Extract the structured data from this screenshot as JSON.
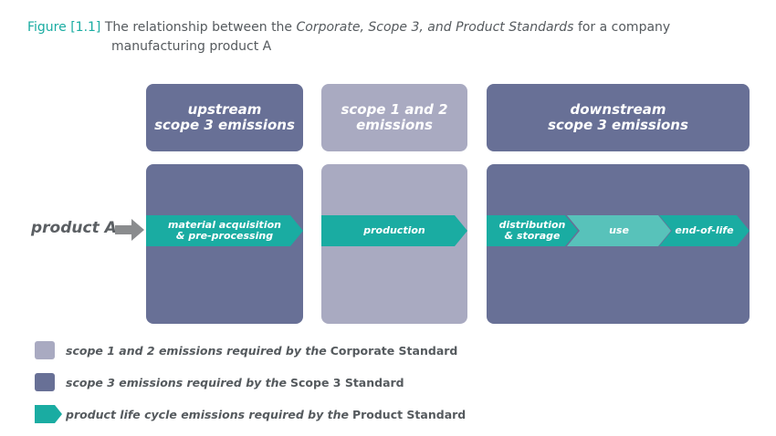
{
  "caption": {
    "figure_label": "Figure [1.1]",
    "text_before": "The relationship between the",
    "text_italic": "Corporate, Scope 3, and Product Standards",
    "text_after": "for a company",
    "text_line2": "manufacturing product A"
  },
  "headers": {
    "upstream": [
      "upstream",
      "scope 3 emissions"
    ],
    "scope12": [
      "scope 1 and 2",
      "emissions"
    ],
    "downstream": [
      "downstream",
      "scope 3 emissions"
    ]
  },
  "product_label": "product A",
  "steps": {
    "material": [
      "material acquisition",
      "& pre-processing"
    ],
    "production": "production",
    "distribution": [
      "distribution",
      "& storage"
    ],
    "use": "use",
    "eol": "end-of-life"
  },
  "legend": [
    {
      "italic": "scope 1 and 2 emissions required by the",
      "standard": "Corporate Standard"
    },
    {
      "italic": "scope 3 emissions required by the",
      "standard": "Scope 3 Standard"
    },
    {
      "italic": "product life cycle emissions required by the",
      "standard": "Product Standard"
    }
  ],
  "colors": {
    "dark_block": "#687096",
    "light_block": "#a9aac1",
    "teal": "#1aaca2",
    "teal_light": "#58c2ba",
    "arrow_gray": "#8a8c8e"
  }
}
